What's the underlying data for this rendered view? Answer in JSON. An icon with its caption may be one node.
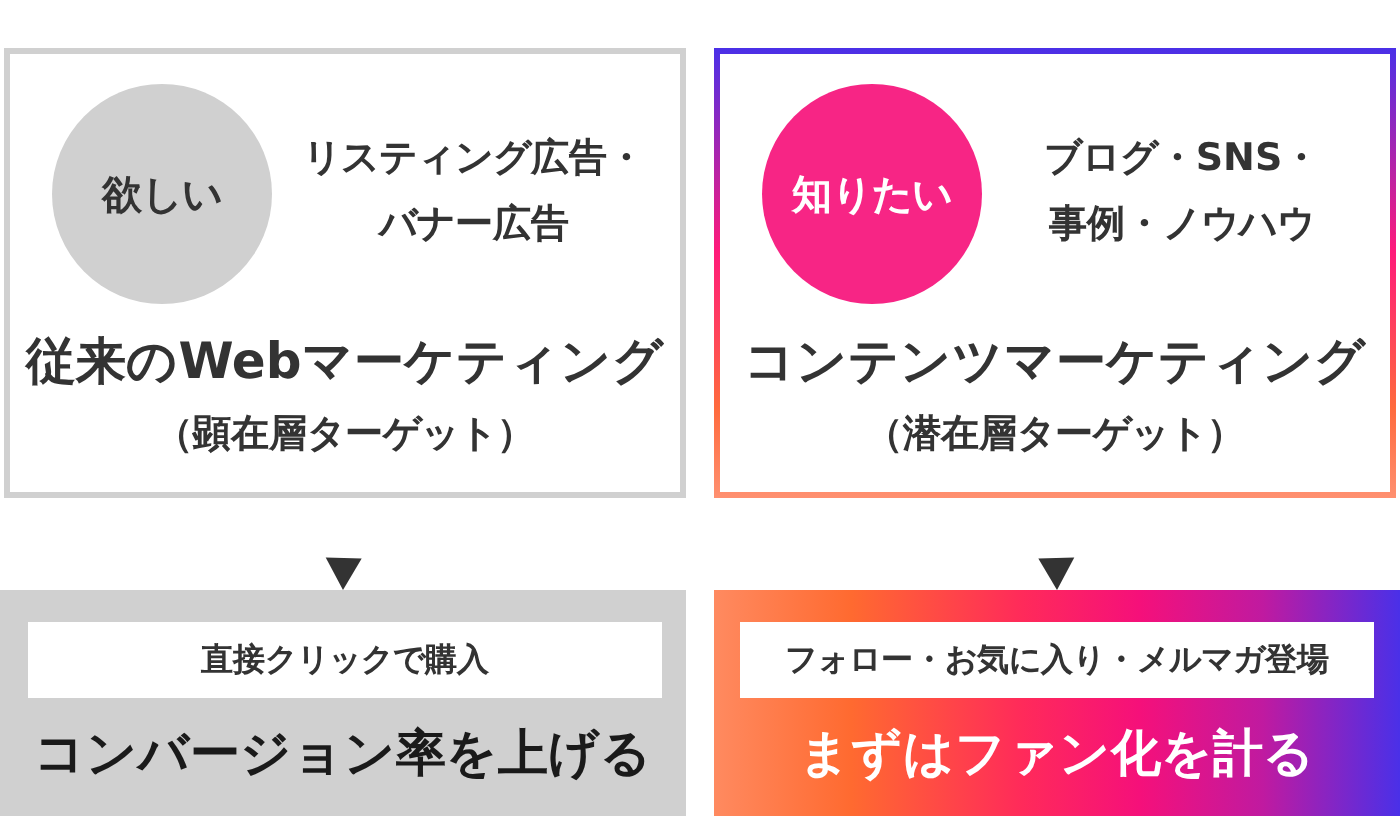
{
  "diagram": {
    "nodes": [
      {
        "text": [
          "リスティング広告・バナー広告",
          "従来のWebマーケティング",
          "（顕在層ターゲット）"
        ]
      },
      {
        "text": [
          "欲しい"
        ],
        "in": 0
      },
      {
        "text": [
          "ブログ・SNS・事例・ノウハウ",
          "コンテンツマーケティング",
          "（潜在層ターゲット）"
        ]
      },
      {
        "text": [
          "知りたい"
        ],
        "in": 2
      },
      {
        "text": [
          "コンバージョン率を上げる"
        ]
      },
      {
        "text": [
          "直接クリックで購入"
        ],
        "in": 4
      },
      {
        "text": [
          "まずはファン化を計る"
        ]
      },
      {
        "text": [
          "フォロー・お気に入り・メルマガ登場"
        ],
        "in": 6
      }
    ],
    "edges": [
      {
        "from": 0,
        "to": 4,
        "arrow": "to"
      },
      {
        "from": 2,
        "to": 6,
        "arrow": "to"
      }
    ]
  }
}
